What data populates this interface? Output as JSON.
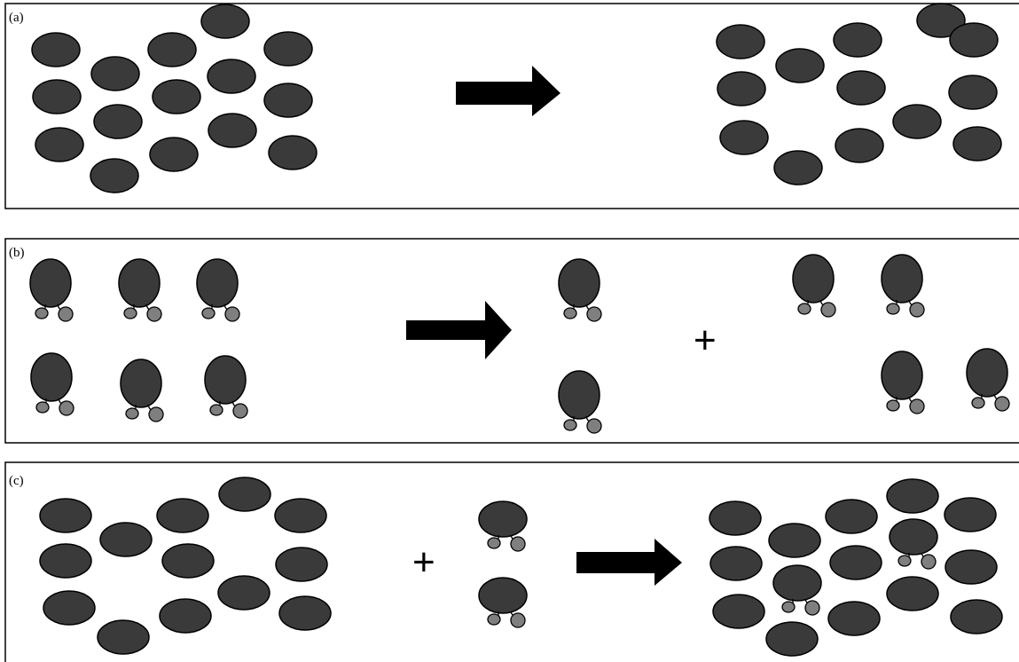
{
  "panels": [
    {
      "label": "(a)"
    },
    {
      "label": "(b)"
    },
    {
      "label": "(c)"
    }
  ],
  "plus_sign": "+",
  "colors": {
    "particle_dark": "#3a3a3a",
    "particle_light": "#7f7f7f",
    "outline": "#000000",
    "arrow": "#000000"
  }
}
